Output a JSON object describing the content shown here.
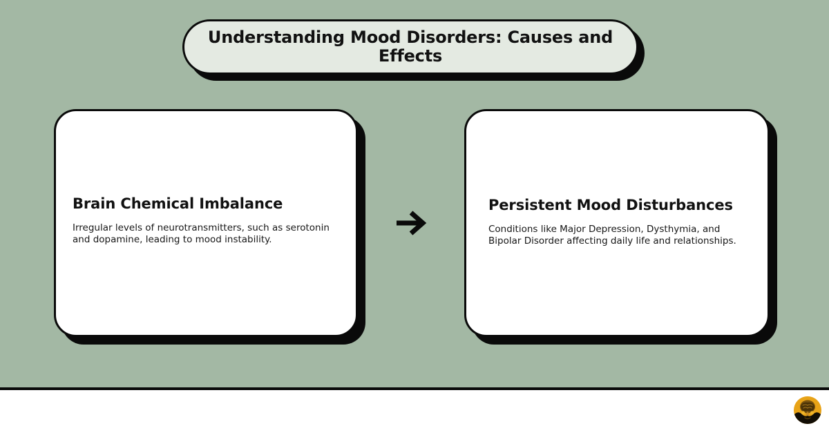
{
  "theme": {
    "background_color": "#a3b8a4",
    "banner_fill": "#e4eae2",
    "card_fill": "#ffffff",
    "outline_color": "#0a0a0a",
    "footer_fill": "#ffffff",
    "logo_background": "#e8a317"
  },
  "header": {
    "title": "Understanding Mood Disorders: Causes and Effects"
  },
  "flow": {
    "connector_icon": "arrow-right-icon",
    "steps": [
      {
        "heading": "Brain Chemical Imbalance",
        "body": "Irregular levels of neurotransmitters, such as serotonin and dopamine, leading to mood instability."
      },
      {
        "heading": "Persistent Mood Disturbances",
        "body": "Conditions like Major Depression, Dysthymia, and Bipolar Disorder affecting daily life and relationships."
      }
    ]
  },
  "footer": {
    "logo_icon": "brain-circle-logo-icon"
  }
}
